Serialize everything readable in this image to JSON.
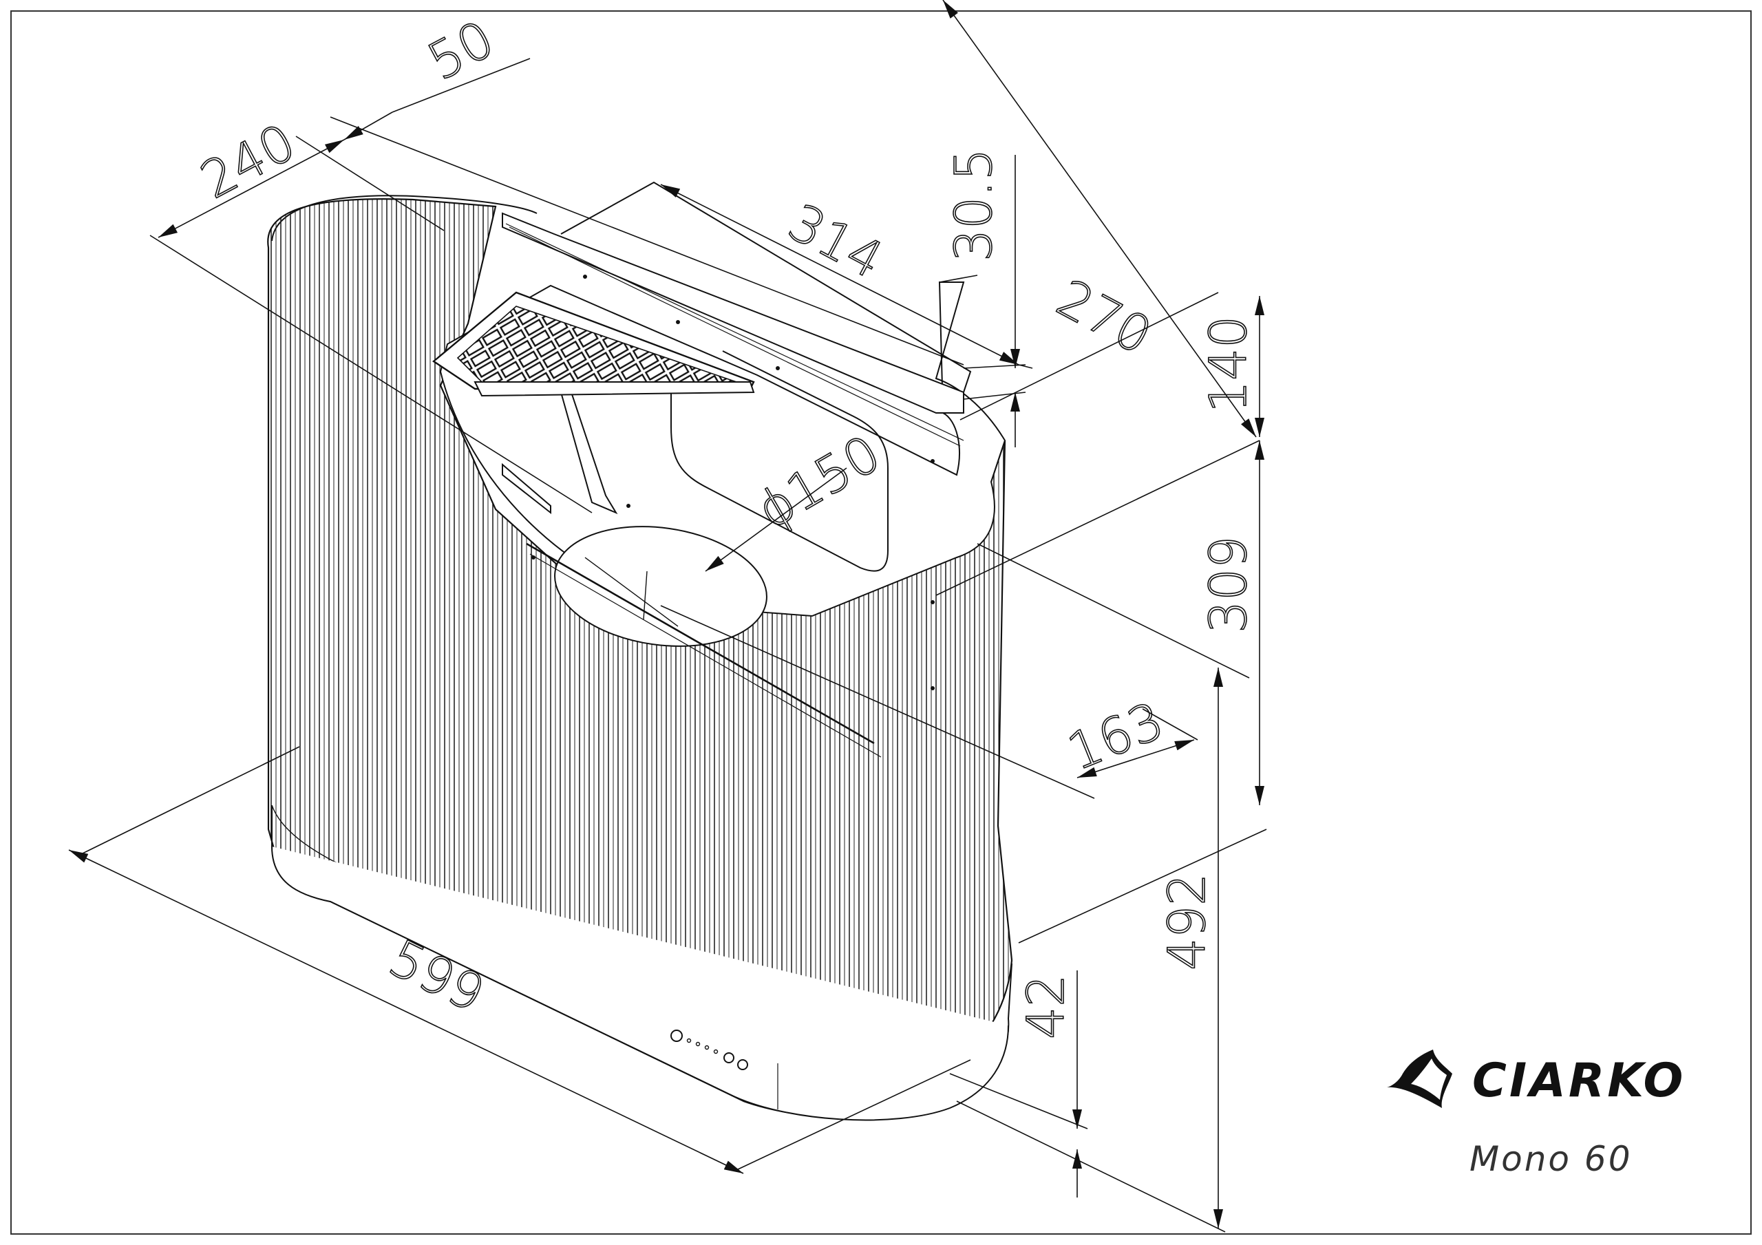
{
  "brand": {
    "name": "CIARKO",
    "model": "Mono 60",
    "logo_icon": "triangular-swirl-logo-icon"
  },
  "drawing": {
    "type": "isometric technical dimension drawing",
    "subject": "island cooker hood with fluted oval body",
    "units": "mm",
    "line_color": "#111111",
    "background": "#ffffff"
  },
  "dimensions": {
    "d240": "240",
    "d50": "50",
    "d314": "314",
    "d30_5": "30.5",
    "d270": "270",
    "d140": "140",
    "d150": "ϕ150",
    "d309": "309",
    "d163": "163",
    "d492": "492",
    "d599": "599",
    "d42": "42"
  },
  "control_panel": {
    "buttons": [
      "power-button",
      "led-1",
      "led-2",
      "led-3",
      "led-4",
      "light-button",
      "fan-button"
    ]
  }
}
